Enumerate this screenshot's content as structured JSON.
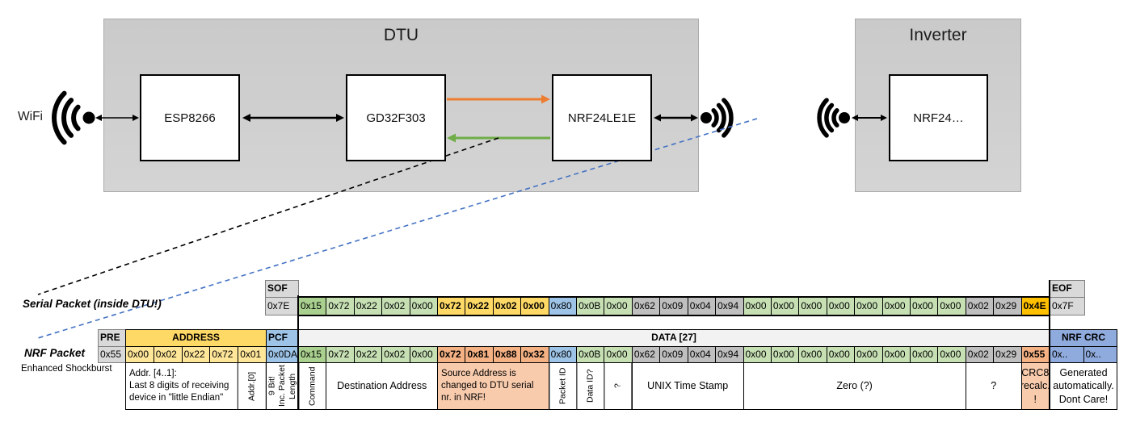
{
  "diagram": {
    "wifi_label": "WiFi",
    "dtu": {
      "title": "DTU",
      "components": [
        "ESP8266",
        "GD32F303",
        "NRF24LE1E"
      ]
    },
    "inverter": {
      "title": "Inverter",
      "component": "NRF24…"
    },
    "colors": {
      "orange_arrow": "#ED7D31",
      "green_arrow": "#70AD47",
      "blue_dashed": "#4472C4",
      "black": "#000000"
    }
  },
  "table": {
    "serial_label": "Serial Packet (inside DTU!)",
    "nrf_label": "NRF Packet",
    "nrf_sublabel": "Enhanced Shockburst",
    "headers": {
      "sof": "SOF",
      "eof": "EOF",
      "pre": "PRE",
      "address": "ADDRESS",
      "pcf": "PCF",
      "data": "DATA [27]",
      "nrf_crc": "NRF CRC"
    },
    "cell_colors": {
      "grayLight": "#D9D9D9",
      "gray": "#BFBFBF",
      "dataHdr": "#F2F2F2",
      "green1": "#A9D08E",
      "green2": "#C6E0B4",
      "yellow": "#FFD966",
      "yellowLight": "#FFE699",
      "blue": "#9DC3E6",
      "blueDark": "#8FAADC",
      "orange": "#F4B183",
      "peach": "#F8CBAD",
      "gold": "#FFC000"
    },
    "serial": {
      "sof_value": "0x7E",
      "eof_value": "0x7F",
      "payload": [
        [
          "0x15",
          "green1",
          0
        ],
        [
          "0x72",
          "green2",
          0
        ],
        [
          "0x22",
          "green2",
          0
        ],
        [
          "0x02",
          "green2",
          0
        ],
        [
          "0x00",
          "green2",
          0
        ],
        [
          "0x72",
          "yellow",
          1
        ],
        [
          "0x22",
          "yellow",
          1
        ],
        [
          "0x02",
          "yellow",
          1
        ],
        [
          "0x00",
          "yellow",
          1
        ],
        [
          "0x80",
          "blue",
          0
        ],
        [
          "0x0B",
          "green2",
          0
        ],
        [
          "0x00",
          "green2",
          0
        ],
        [
          "0x62",
          "gray",
          0
        ],
        [
          "0x09",
          "gray",
          0
        ],
        [
          "0x04",
          "gray",
          0
        ],
        [
          "0x94",
          "gray",
          0
        ],
        [
          "0x00",
          "green2",
          0
        ],
        [
          "0x00",
          "green2",
          0
        ],
        [
          "0x00",
          "green2",
          0
        ],
        [
          "0x00",
          "green2",
          0
        ],
        [
          "0x00",
          "green2",
          0
        ],
        [
          "0x00",
          "green2",
          0
        ],
        [
          "0x00",
          "green2",
          0
        ],
        [
          "0x00",
          "green2",
          0
        ],
        [
          "0x02",
          "gray",
          0
        ],
        [
          "0x29",
          "gray",
          0
        ],
        [
          "0x4E",
          "gold",
          1
        ]
      ]
    },
    "nrf": {
      "pre_value": "0x55",
      "address_values": [
        "0x00",
        "0x02",
        "0x22",
        "0x72",
        "0x01"
      ],
      "pcf_value": "0x0DA",
      "payload": [
        [
          "0x15",
          "green1",
          0
        ],
        [
          "0x72",
          "green2",
          0
        ],
        [
          "0x22",
          "green2",
          0
        ],
        [
          "0x02",
          "green2",
          0
        ],
        [
          "0x00",
          "green2",
          0
        ],
        [
          "0x72",
          "orange",
          1
        ],
        [
          "0x81",
          "orange",
          1
        ],
        [
          "0x88",
          "orange",
          1
        ],
        [
          "0x32",
          "orange",
          1
        ],
        [
          "0x80",
          "blue",
          0
        ],
        [
          "0x0B",
          "green2",
          0
        ],
        [
          "0x00",
          "green2",
          0
        ],
        [
          "0x62",
          "gray",
          0
        ],
        [
          "0x09",
          "gray",
          0
        ],
        [
          "0x04",
          "gray",
          0
        ],
        [
          "0x94",
          "gray",
          0
        ],
        [
          "0x00",
          "green2",
          0
        ],
        [
          "0x00",
          "green2",
          0
        ],
        [
          "0x00",
          "green2",
          0
        ],
        [
          "0x00",
          "green2",
          0
        ],
        [
          "0x00",
          "green2",
          0
        ],
        [
          "0x00",
          "green2",
          0
        ],
        [
          "0x00",
          "green2",
          0
        ],
        [
          "0x00",
          "green2",
          0
        ],
        [
          "0x02",
          "gray",
          0
        ],
        [
          "0x29",
          "gray",
          0
        ],
        [
          "0x55",
          "orange",
          1
        ]
      ],
      "crc_values": [
        "0x..",
        "0x.."
      ]
    },
    "annotations": [
      {
        "label": "Addr. [4..1]:\nLast 8 digits of receiving\ndevice in \"little Endian\"",
        "span": 4,
        "align": "left"
      },
      {
        "label": "Addr.[0]",
        "span": 1,
        "rotated": true
      },
      {
        "label": "9 Bit!\nInc. Packet\nLength",
        "span": 1,
        "rotated": true
      },
      {
        "label": "Command",
        "span": 1,
        "rotated": true
      },
      {
        "label": "Destination Address",
        "span": 4
      },
      {
        "label": "Source Address is\nchanged to DTU serial\nnr. in NRF!",
        "span": 4,
        "bg": "peach",
        "align": "left"
      },
      {
        "label": "Packet ID",
        "span": 1,
        "rotated": true
      },
      {
        "label": "Data ID?",
        "span": 1,
        "rotated": true
      },
      {
        "label": "?",
        "span": 1,
        "rotated": true
      },
      {
        "label": "UNIX Time Stamp",
        "span": 4
      },
      {
        "label": "Zero (?)",
        "span": 8
      },
      {
        "label": "?",
        "span": 2
      },
      {
        "label": "CRC8\nrecalc.\n!",
        "span": 1,
        "bg": "peach"
      },
      {
        "label": "Generated\nautomatically.\nDont Care!",
        "span": 2
      }
    ]
  }
}
